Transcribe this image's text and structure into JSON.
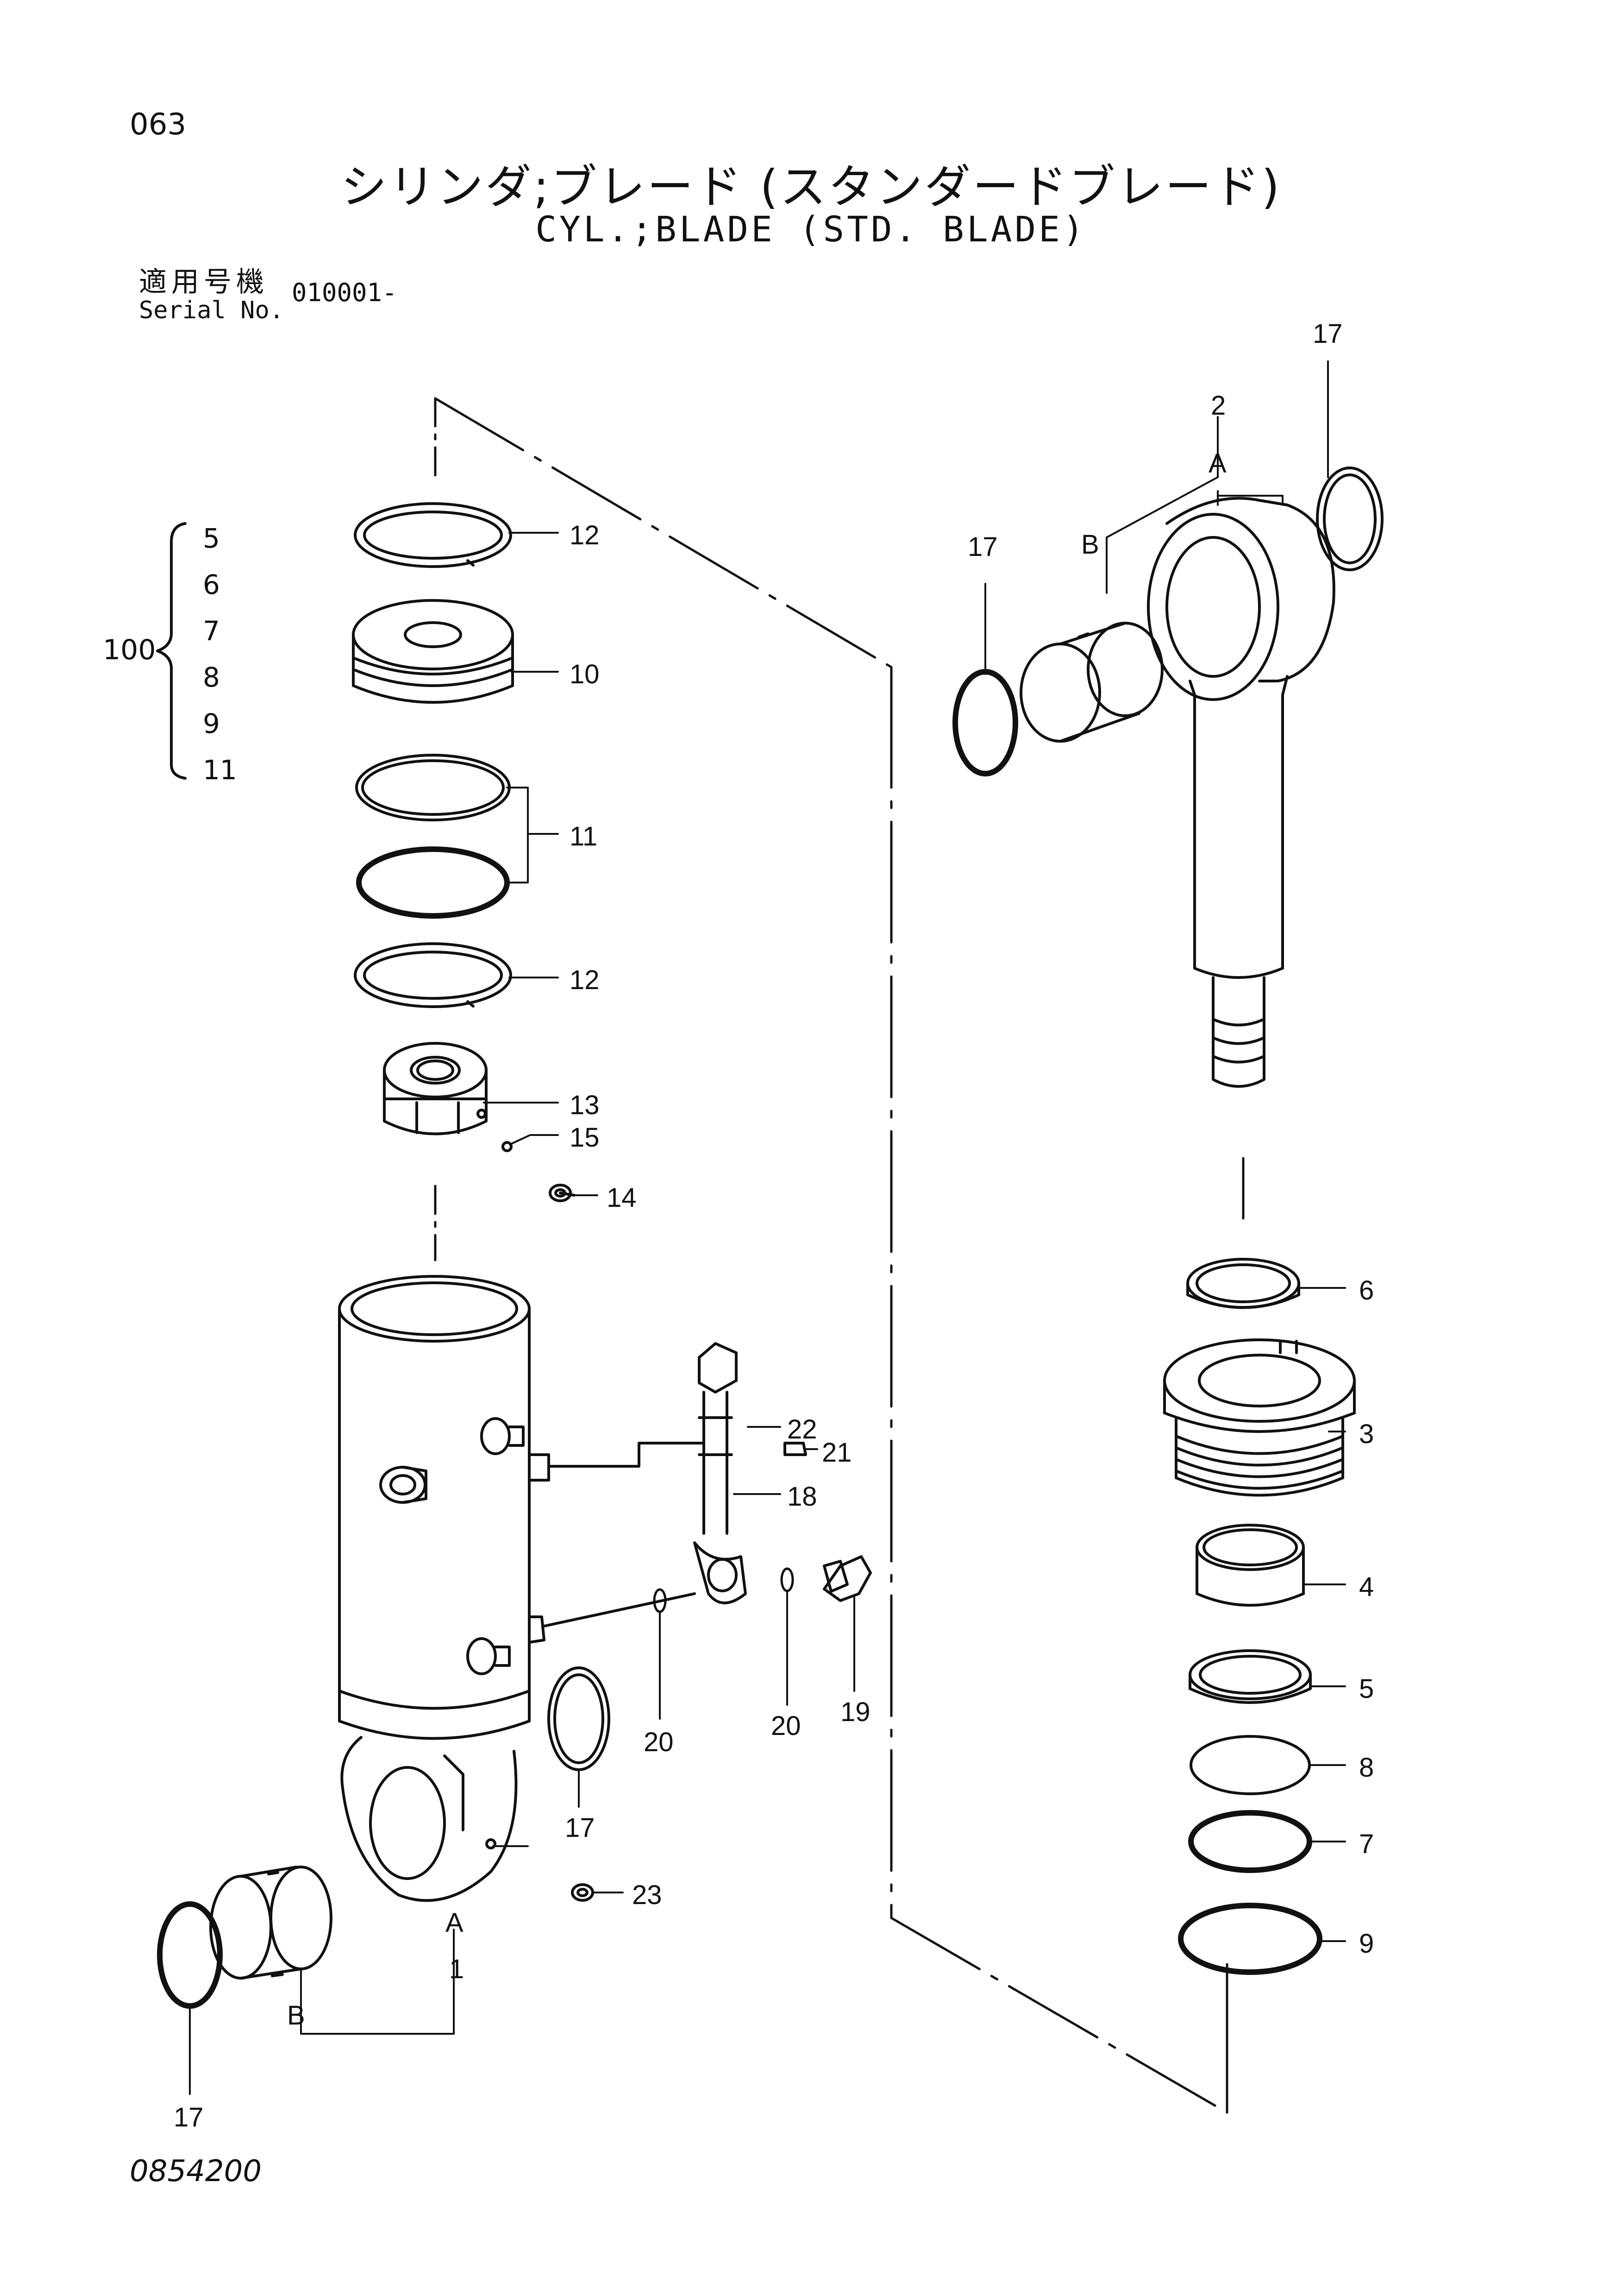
{
  "header": {
    "page_number": "063",
    "title_jp": "シリンダ;ブレード (スタンダードブレード)",
    "title_en": "CYL.;BLADE (STD. BLADE)",
    "serial_label_jp": "適用号機",
    "serial_label_en": "Serial No.",
    "serial_value": "010001-"
  },
  "footer": {
    "drawing_number": "0854200"
  },
  "kit": {
    "label": "100",
    "items": [
      "5",
      "6",
      "7",
      "8",
      "9",
      "11"
    ]
  },
  "callouts": {
    "c1": "1",
    "c2": "2",
    "c3": "3",
    "c4": "4",
    "c5": "5",
    "c6": "6",
    "c7": "7",
    "c8": "8",
    "c9": "9",
    "c10": "10",
    "c11": "11",
    "c12a": "12",
    "c12b": "12",
    "c13": "13",
    "c14": "14",
    "c15": "15",
    "c17a": "17",
    "c17b": "17",
    "c17c": "17",
    "c17d": "17",
    "c18": "18",
    "c19": "19",
    "c20a": "20",
    "c20b": "20",
    "c21": "21",
    "c22": "22",
    "c23": "23",
    "a_left": "A",
    "b_left": "B",
    "a_right": "A",
    "b_right": "B"
  }
}
